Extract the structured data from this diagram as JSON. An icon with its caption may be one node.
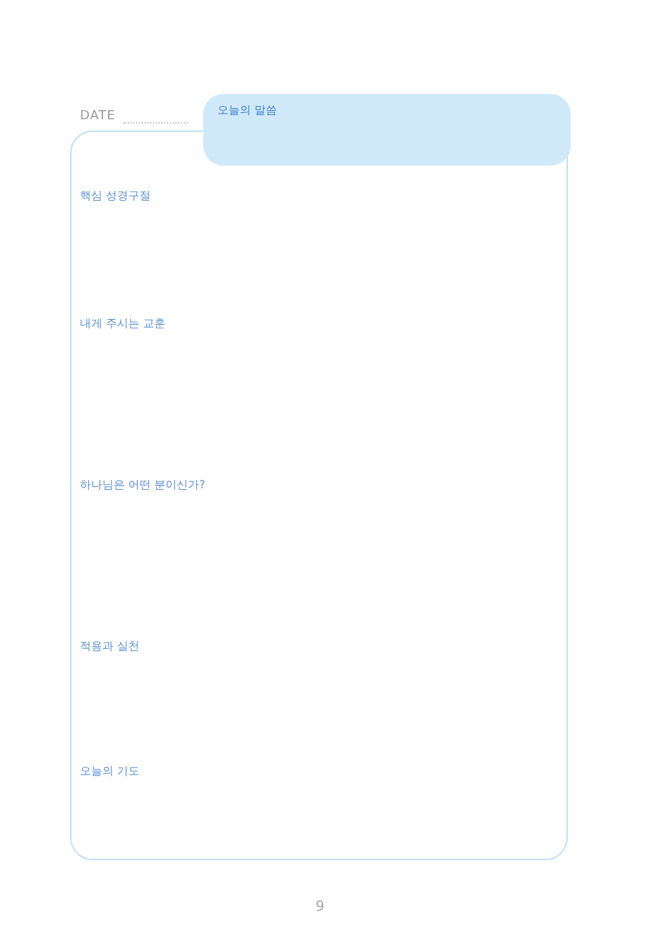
{
  "diagram": {
    "nodes": [
      {
        "text": [
          "핵심 성경구절",
          "내게 주시는 교훈",
          "하나님은 어떤 분이신가?",
          "적용과 실천",
          "오늘의 기도"
        ]
      },
      {
        "text": [
          "오늘의 말씀"
        ]
      }
    ],
    "edges": [],
    "labels": [
      "DATE",
      "9"
    ]
  }
}
